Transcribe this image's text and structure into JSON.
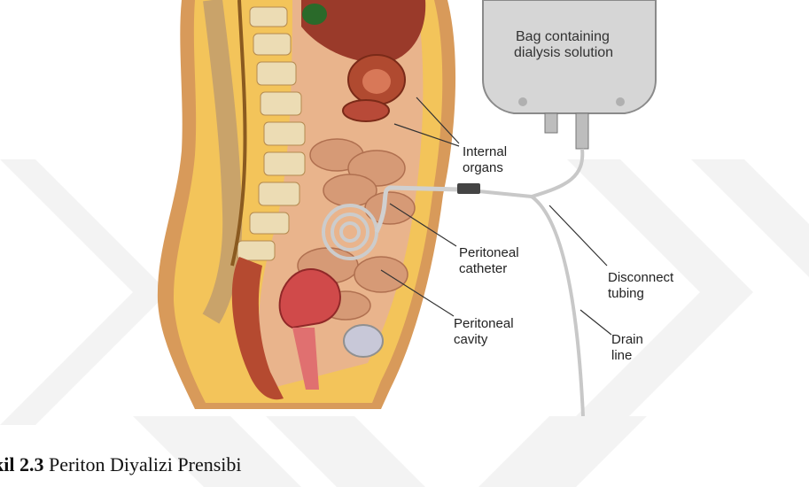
{
  "figure": {
    "bag_label_line1": "Bag containing",
    "bag_label_line2": "dialysis solution",
    "labels": {
      "internal_organs_line1": "Internal",
      "internal_organs_line2": "organs",
      "peritoneal_catheter_line1": "Peritoneal",
      "peritoneal_catheter_line2": "catheter",
      "peritoneal_cavity_line1": "Peritoneal",
      "peritoneal_cavity_line2": "cavity",
      "disconnect_tubing_line1": "Disconnect",
      "disconnect_tubing_line2": "tubing",
      "drain_line_line1": "Drain",
      "drain_line_line2": "line"
    }
  },
  "caption": {
    "prefix": "kil 2.3",
    "text": " Periton Diyalizi Prensibi"
  },
  "colors": {
    "skin": "#d89a5a",
    "fat": "#f3c45a",
    "spine": "#e8d4a8",
    "intestine": "#d49a74",
    "uterus": "#d04a4a",
    "bag": "#d6d6d6",
    "watermark": "#f2f2f2"
  }
}
